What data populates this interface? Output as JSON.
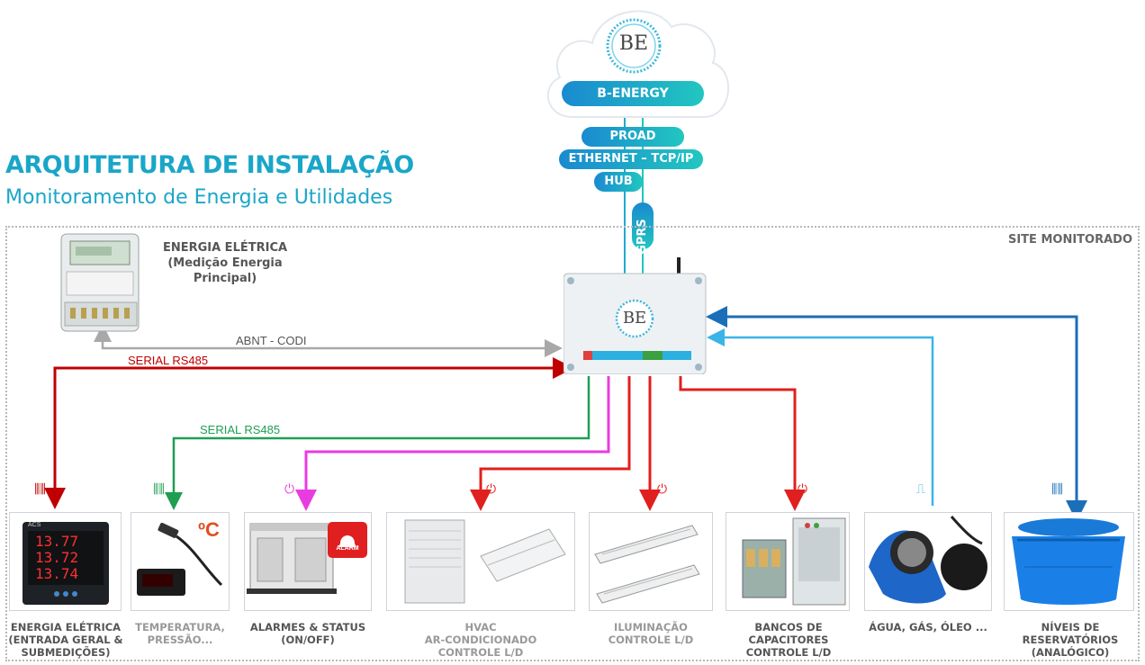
{
  "header": {
    "title": "ARQUITETURA DE INSTALAÇÃO",
    "subtitle": "Monitoramento de Energia e Utilidades"
  },
  "cloud": {
    "logo_text": "BE",
    "name": "B-ENERGY",
    "links": [
      "PROAD",
      "ETHERNET – TCP/IP",
      "HUB"
    ],
    "gprs": "GPRS"
  },
  "site": {
    "label": "SITE MONITORADO"
  },
  "controller": {
    "logo_text": "BE"
  },
  "meter": {
    "title_lines": [
      "ENERGIA ELÉTRICA",
      "(Medição Energia",
      "Principal)"
    ]
  },
  "connections": {
    "abnt": "ABNT - CODI",
    "serial_red": "SERIAL RS485",
    "serial_green": "SERIAL RS485"
  },
  "devices": [
    {
      "label": "ENERGIA ELÉTRICA\n(ENTRADA GERAL &\nSUBMEDIÇÕES)",
      "color": "#c00000",
      "style": "dark",
      "readings": [
        "13.77",
        "13.72",
        "13.74"
      ],
      "brand": "ACS"
    },
    {
      "label": "TEMPERATURA,\nPRESSÃO...",
      "color": "#1f9e52",
      "style": "light",
      "readout": "ºC"
    },
    {
      "label": "ALARMES & STATUS\n(ON/OFF)",
      "color": "#e83ce0",
      "style": "dark",
      "badge": "ALARM"
    },
    {
      "label": "HVAC\nAR-CONDICIONADO\nCONTROLE L/D",
      "color": "#e0201e",
      "style": "light"
    },
    {
      "label": "ILUMINAÇÃO\nCONTROLE L/D",
      "color": "#e0201e",
      "style": "light"
    },
    {
      "label": "BANCOS DE\nCAPACITORES\nCONTROLE L/D",
      "color": "#e0201e",
      "style": "dark"
    },
    {
      "label": "ÁGUA, GÁS, ÓLEO ...",
      "color": "#3ab4e8",
      "style": "dark"
    },
    {
      "label": "NÍVEIS DE\nRESERVATÓRIOS\n(ANALÓGICO)",
      "color": "#1a6fb8",
      "style": "dark"
    }
  ],
  "colors": {
    "accent": "#1aa6c8",
    "abnt": "#a8a8a8",
    "rs485_red": "#c00000",
    "rs485_green": "#1f9e52",
    "alarm": "#e83ce0",
    "control": "#e0201e",
    "pulse": "#3ab4e8",
    "analog": "#1a6fb8"
  }
}
